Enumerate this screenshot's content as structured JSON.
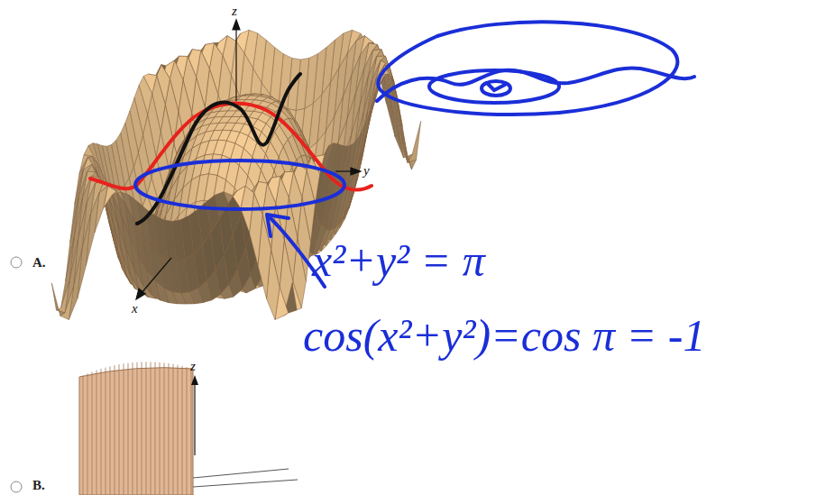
{
  "diagram": {
    "labels": [
      "A.",
      "z",
      "y",
      "x",
      "x²+y² = π",
      "cos(x²+y²)=cos π = -1",
      "B.",
      "z"
    ]
  }
}
